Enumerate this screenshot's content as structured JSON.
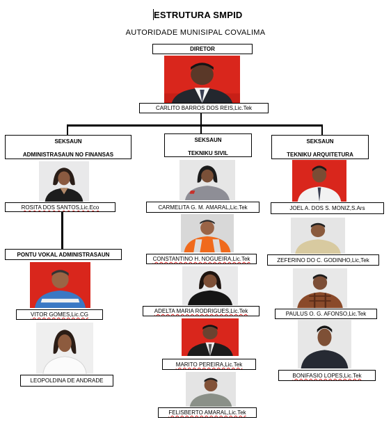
{
  "title": "ESTRUTURA SMPID",
  "subtitle": "AUTORIDADE MUNISIPAL COVALIMA",
  "director": {
    "role": "DIRETOR",
    "name": "CARLITO BARROS DOS REIS,Lic.Tek"
  },
  "sections": {
    "admin": {
      "label": "SEKSAUN",
      "name": "ADMINISTRASAUN NO FINANSAS"
    },
    "civil": {
      "label": "SEKSAUN",
      "name": "TEKNIKU SIVIL"
    },
    "arch": {
      "label": "SEKSAUN",
      "name": "TEKNIKU ARQUITETURA"
    }
  },
  "focal_point": "PONTU VOKAL ADMINISTRASAUN",
  "staff": {
    "rosita": "ROSITA DOS SANTOS,Lic.Eco",
    "vitor": "VITOR GOMES,Lic.CG",
    "leopoldina": "LEOPOLDINA DE ANDRADE",
    "carmelita": "CARMELITA G. M. AMARAL,Lic.Tek",
    "constantino": "CONSTANTINO H. NOGUEIRA,Lic.Tek",
    "adelta": "ADELTA MARIA RODRIGUES,Lic.Tek",
    "marito": "MARITO PEREIRA,Lic.Tek",
    "felisberto": "FELISBERTO AMARAL,Lic.Tek",
    "joel": "JOEL A. DOS S. MONIZ,S.Ars",
    "zeferino": "ZEFERINO DO C. GODINHO,Lic,Tek",
    "paulus": "PAULUS O. G. AFONSO,Lic.Tek",
    "bonifasio": "BONIFASIO LOPES,Lic.Tek"
  },
  "colors": {
    "red_background": "#d9261c",
    "light_background": "#e9e9ea",
    "line": "#000000"
  }
}
